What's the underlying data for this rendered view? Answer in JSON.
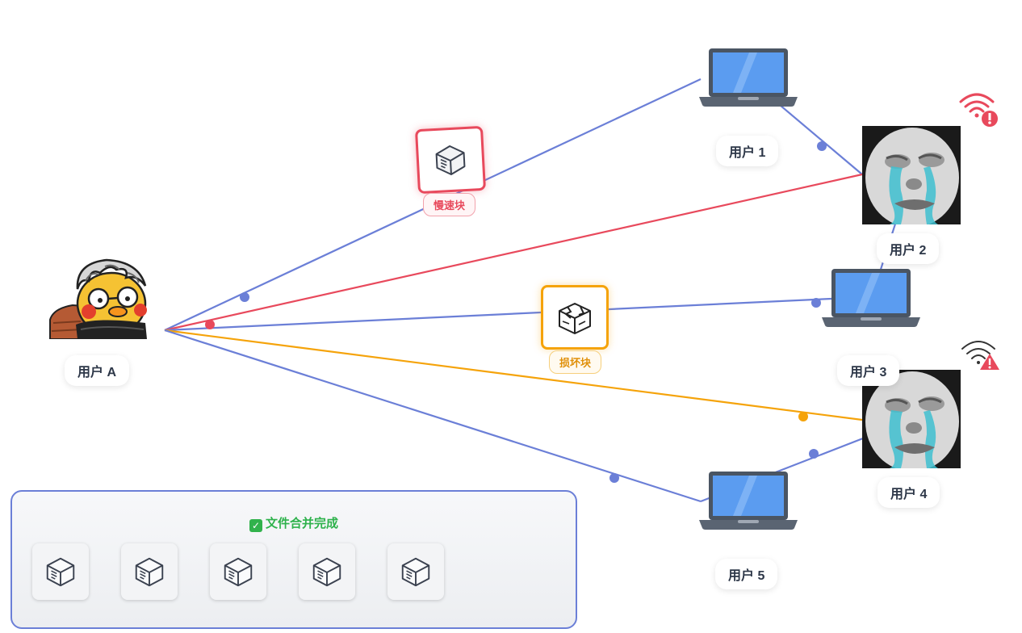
{
  "source": {
    "label": "用户 A"
  },
  "peers": [
    {
      "id": "user1",
      "label": "用户 1",
      "device": "laptop"
    },
    {
      "id": "user2",
      "label": "用户 2",
      "device": "crying-face",
      "status": "wifi-error"
    },
    {
      "id": "user3",
      "label": "用户 3",
      "device": "laptop"
    },
    {
      "id": "user4",
      "label": "用户 4",
      "device": "crying-face",
      "status": "wifi-warning"
    },
    {
      "id": "user5",
      "label": "用户 5",
      "device": "laptop"
    }
  ],
  "chunks": {
    "slow": {
      "label": "慢速块",
      "color": "#e8495c"
    },
    "broken": {
      "label": "损坏块",
      "color": "#f5a30a"
    }
  },
  "merge": {
    "title": "文件合并完成",
    "status_icon": "check-icon",
    "chunk_count": 5
  },
  "colors": {
    "normal_link": "#6b7fd7",
    "slow_link": "#e8495c",
    "broken_link": "#f5a30a",
    "success": "#2eb24c"
  }
}
